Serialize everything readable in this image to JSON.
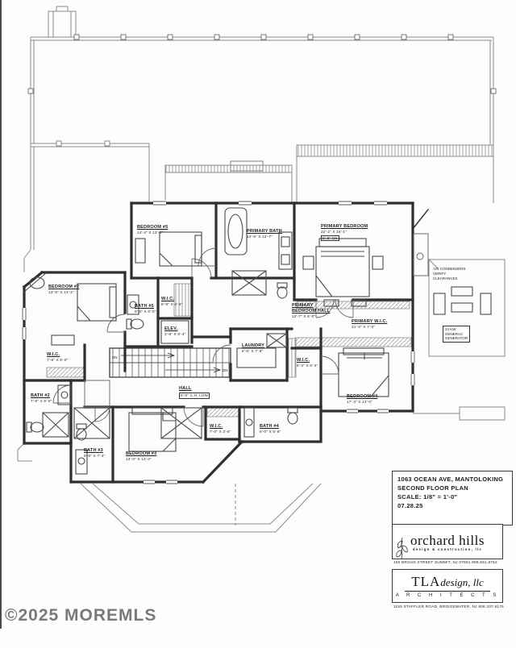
{
  "watermark": "©2025 MOREMLS",
  "colors": {
    "line": "#2f2f2f",
    "watermark": "#7a7a7a"
  },
  "rooms": [
    {
      "name": "BEDROOM #5",
      "dims": "14'-4\" X 13'-6\""
    },
    {
      "name": "PRIMARY BATH",
      "dims": "14'-6\" X 12'-7\""
    },
    {
      "name": "PRIMARY BEDROOM",
      "dims": "22'-2\" X 16'-1\"",
      "extra": "9'-8\" CH"
    },
    {
      "name": "PRIMARY",
      "name2": "BEDROOM HALL",
      "dims": "12'-7\" X 6'-0\""
    },
    {
      "name": "PRIMARY W.I.C.",
      "dims": "21'-0\" X 7'-0\""
    },
    {
      "name": "BATH #5",
      "dims": "9'-4\" X 6'-0\""
    },
    {
      "name": "W.I.C.",
      "dims": "5'-8\" X 4'-4\""
    },
    {
      "name": "ELEV.",
      "dims": "3'-8\" X 5'-4\""
    },
    {
      "name": "BEDROOM #2",
      "dims": "13'-8\" X 13'-2\""
    },
    {
      "name": "W.I.C.",
      "dims": "7'-8\" X 5'-0\""
    },
    {
      "name": "BATH #2",
      "dims": "7'-8\" X 5'-0\""
    },
    {
      "name": "LAUNDRY",
      "dims": "8'-0\" X 7'-8\""
    },
    {
      "name": "W.I.C.",
      "dims": "5'-2\" X 5'-4\""
    },
    {
      "name": "BEDROOM #4",
      "dims": "17'-4\" X 13'-0\""
    },
    {
      "name": "HALL",
      "extra": "9'-0\" C.H. LOW"
    },
    {
      "name": "W.I.C.",
      "dims": "7'-0\" X 3'-6\""
    },
    {
      "name": "BATH #4",
      "dims": "9'-0\" X 5'-8\""
    },
    {
      "name": "BATH #3",
      "dims": "6'-0\" X 7'-4\""
    },
    {
      "name": "BEDROOM #3",
      "dims": "13'-0\" X 13'-4\""
    }
  ],
  "annotations": {
    "ac_note": {
      "l1": "A/C CONDENSERS",
      "l2": "VERIFY",
      "l3": "CLEARANCES"
    },
    "generator": {
      "l1": "24 KW",
      "l2": "GENERAC",
      "l3": "GENERATOR"
    },
    "dn": "DN"
  },
  "title_block": {
    "line1": "1063 OCEAN AVE, MANTOLOKING",
    "line2": "SECOND FLOOR PLAN",
    "line3": "SCALE: 1/8\" = 1'-0\"",
    "line4": "07.28.25"
  },
  "orchard": {
    "name": "orchard hills",
    "tagline": "design & construction, llc",
    "address": "160 BROAD STREET   SUMMIT, NJ 07901       908.591.8752"
  },
  "tla": {
    "name_caps": "TLA",
    "name_italic": "design, llc",
    "sub": "A R C H I T E C T S",
    "address": "1155 STAFFLER ROAD, BRIDGEWATER, NJ       908.337.6176"
  }
}
